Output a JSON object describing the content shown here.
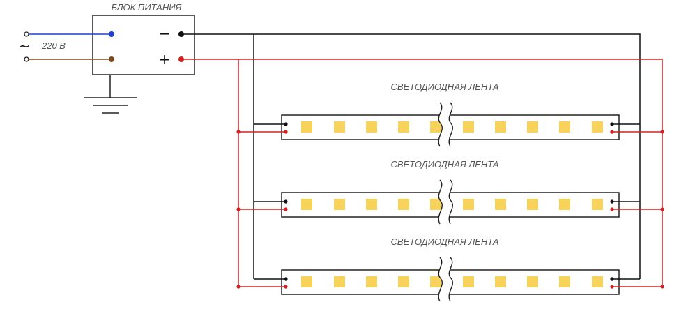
{
  "power_supply": {
    "title": "БЛОК ПИТАНИЯ",
    "minus_symbol": "−",
    "plus_symbol": "+"
  },
  "mains": {
    "voltage_label": "220 В",
    "ac_symbol": "~"
  },
  "strips": [
    {
      "label": "СВЕТОДИОДНАЯ ЛЕНТА"
    },
    {
      "label": "СВЕТОДИОДНАЯ ЛЕНТА"
    },
    {
      "label": "СВЕТОДИОДНАЯ ЛЕНТА"
    }
  ],
  "colors": {
    "positive_wire": "#d42020",
    "negative_wire": "#111111",
    "mains_phase": "#1f3fd1",
    "mains_neutral": "#7a4a1a",
    "led": "#f7d35b"
  }
}
